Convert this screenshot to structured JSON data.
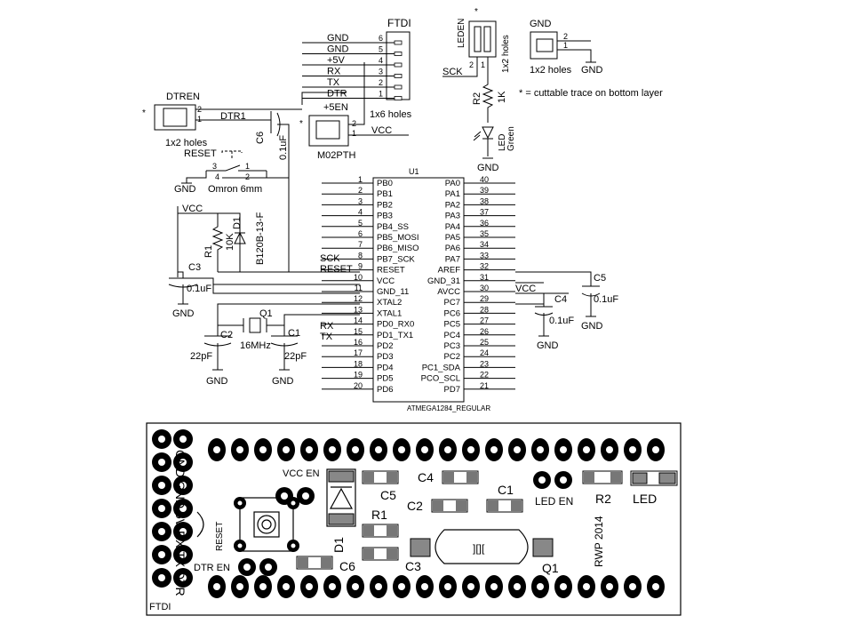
{
  "schematic": {
    "ftdi": {
      "title": "FTDI",
      "pins": [
        "GND",
        "GND",
        "+5V",
        "RX",
        "TX",
        "DTR"
      ],
      "numbers": [
        "6",
        "5",
        "4",
        "3",
        "2",
        "1"
      ],
      "caption": "1x6 holes"
    },
    "leden": {
      "label": "LEDEN",
      "star": "*",
      "caption": "1x2 holes",
      "p2": "2",
      "p1": "1",
      "sck": "SCK"
    },
    "gnd_header": {
      "title": "GND",
      "caption": "1x2 holes",
      "p2": "2",
      "p1": "1",
      "gnd": "GND"
    },
    "r2": {
      "name": "R2",
      "value": "1K"
    },
    "led": {
      "name": "LED",
      "color": "Green",
      "gnd": "GND"
    },
    "note": "* = cuttable trace on bottom layer",
    "dtren": {
      "label": "DTREN",
      "star": "*",
      "p2": "2",
      "p1": "1",
      "caption": "1x2 holes",
      "net": "DTR1"
    },
    "c6": {
      "name": "C6",
      "value": "0.1uF"
    },
    "en5": {
      "label": "+5EN",
      "star": "*",
      "p2": "2",
      "p1": "1",
      "part": "M02PTH",
      "net": "VCC"
    },
    "reset_sw": {
      "label": "RESET",
      "p3": "3",
      "p4": "4",
      "p1": "1",
      "p2": "2",
      "part": "Omron 6mm",
      "gnd": "GND"
    },
    "d1": {
      "name": "D1",
      "part": "B120B-13-F"
    },
    "r1": {
      "name": "R1",
      "value": "10K"
    },
    "vcc_left": "VCC",
    "c3": {
      "name": "C3",
      "value": "0.1uF",
      "gnd": "GND"
    },
    "q1": {
      "name": "Q1",
      "value": "16MHz"
    },
    "c2": {
      "name": "C2",
      "value": "22pF",
      "gnd": "GND"
    },
    "c1": {
      "name": "C1",
      "value": "22pF",
      "gnd": "GND"
    },
    "c4": {
      "name": "C4",
      "value": "0.1uF",
      "gnd": "GND"
    },
    "c5": {
      "name": "C5",
      "value": "0.1uF",
      "gnd": "GND"
    },
    "vcc_right": "VCC",
    "u1": {
      "name": "U1",
      "part": "ATMEGA1284_REGULAR",
      "left": [
        {
          "num": "1",
          "label": "PB0",
          "net": ""
        },
        {
          "num": "2",
          "label": "PB1",
          "net": ""
        },
        {
          "num": "3",
          "label": "PB2",
          "net": ""
        },
        {
          "num": "4",
          "label": "PB3",
          "net": ""
        },
        {
          "num": "5",
          "label": "PB4_SS",
          "net": ""
        },
        {
          "num": "6",
          "label": "PB5_MOSI",
          "net": ""
        },
        {
          "num": "7",
          "label": "PB6_MISO",
          "net": ""
        },
        {
          "num": "8",
          "label": "PB7_SCK",
          "net": "SCK"
        },
        {
          "num": "9",
          "label": "RESET",
          "net": "RESET"
        },
        {
          "num": "10",
          "label": "VCC",
          "net": ""
        },
        {
          "num": "11",
          "label": "GND_11",
          "net": ""
        },
        {
          "num": "12",
          "label": "XTAL2",
          "net": ""
        },
        {
          "num": "13",
          "label": "XTAL1",
          "net": ""
        },
        {
          "num": "14",
          "label": "PD0_RX0",
          "net": "RX"
        },
        {
          "num": "15",
          "label": "PD1_TX1",
          "net": "TX"
        },
        {
          "num": "16",
          "label": "PD2",
          "net": ""
        },
        {
          "num": "17",
          "label": "PD3",
          "net": ""
        },
        {
          "num": "18",
          "label": "PD4",
          "net": ""
        },
        {
          "num": "19",
          "label": "PD5",
          "net": ""
        },
        {
          "num": "20",
          "label": "PD6",
          "net": ""
        }
      ],
      "right": [
        {
          "num": "40",
          "label": "PA0"
        },
        {
          "num": "39",
          "label": "PA1"
        },
        {
          "num": "38",
          "label": "PA2"
        },
        {
          "num": "37",
          "label": "PA3"
        },
        {
          "num": "36",
          "label": "PA4"
        },
        {
          "num": "35",
          "label": "PA5"
        },
        {
          "num": "34",
          "label": "PA6"
        },
        {
          "num": "33",
          "label": "PA7"
        },
        {
          "num": "32",
          "label": "AREF"
        },
        {
          "num": "31",
          "label": "GND_31"
        },
        {
          "num": "30",
          "label": "AVCC"
        },
        {
          "num": "29",
          "label": "PC7"
        },
        {
          "num": "28",
          "label": "PC6"
        },
        {
          "num": "27",
          "label": "PC5"
        },
        {
          "num": "26",
          "label": "PC4"
        },
        {
          "num": "25",
          "label": "PC3"
        },
        {
          "num": "24",
          "label": "PC2"
        },
        {
          "num": "23",
          "label": "PC1_SDA"
        },
        {
          "num": "22",
          "label": "PCO_SCL"
        },
        {
          "num": "21",
          "label": "PD7"
        }
      ]
    }
  },
  "pcb": {
    "ftdi_side": "GND GND 5V RX TX DTR",
    "ftdi_title": "FTDI",
    "reset": "RESET",
    "vcc_en": "VCC EN",
    "dtr_en": "DTR EN",
    "led_en": "LED EN",
    "r2": "R2",
    "led": "LED",
    "c5": "C5",
    "c4": "C4",
    "c2": "C2",
    "c1": "C1",
    "r1": "R1",
    "d1": "D1",
    "c6": "C6",
    "c3": "C3",
    "q1": "Q1",
    "credit": "RWP 2014",
    "crystal_mark": "][]["
  }
}
